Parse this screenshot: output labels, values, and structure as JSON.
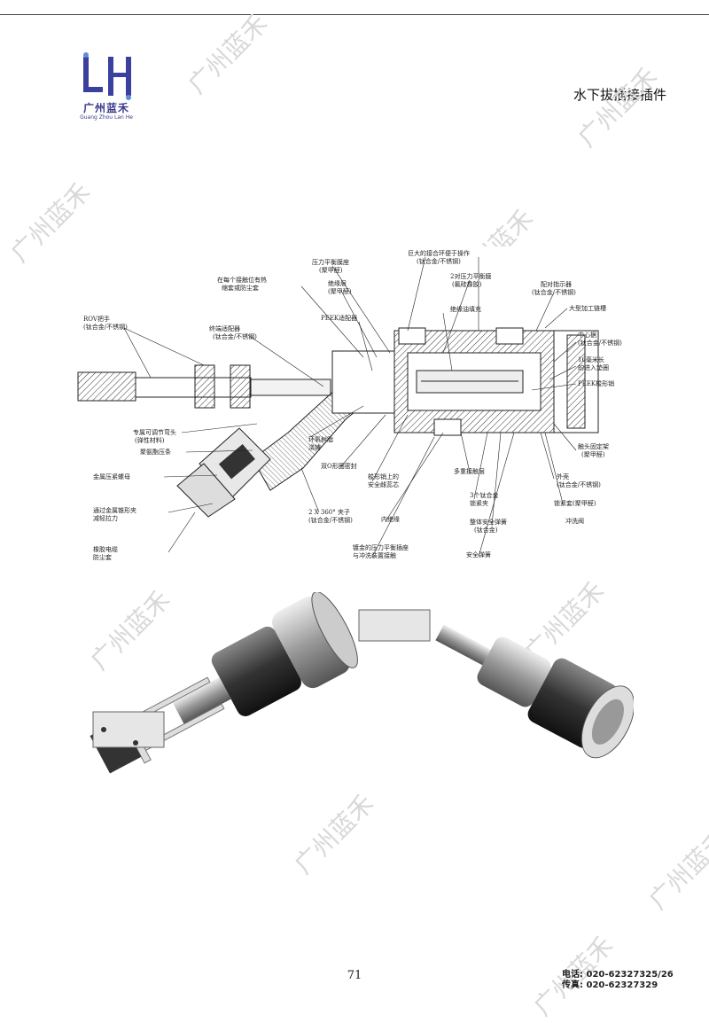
{
  "header": {
    "logo_text_cn": "广州蓝禾",
    "logo_text_en": "Guang Zhou Lan He",
    "title": "水下拔插接插件"
  },
  "watermark": "广州蓝禾",
  "diagram_labels": {
    "l1": "压力平衡膜座",
    "l1b": "(聚甲醛)",
    "l2": "巨大的接合环便于操作",
    "l2b": "(钛合金/不锈钢)",
    "l3": "在每个接触位有热",
    "l3b": "缩套或防尘套",
    "l4": "绝缘层",
    "l4b": "(聚甲醛)",
    "l5": "2对压力平衡膜",
    "l5b": "(氟硅橡胶)",
    "l6": "配对指示器",
    "l6b": "(钛合金/不锈钢)",
    "l7": "PEEK适配器",
    "l8": "绝缘油填充",
    "l9": "大型加工链槽",
    "l10": "ROV把手",
    "l10b": "(钛合金/不锈钢)",
    "l11": "终端适配器",
    "l11b": "(钛合金/不锈钢)",
    "l12": "中心据",
    "l12b": "(钛合金/不锈钢)",
    "l13": "16毫米长",
    "l13b": "的进入垫圈",
    "l14": "PEEK梭形销",
    "l15": "专属可调节弯头",
    "l15b": "(弹性材料)",
    "l16": "聚氨酯压条",
    "l17": "环氧树脂",
    "l17b": "浇铸",
    "l18": "触头固定架",
    "l18b": "(聚甲醛)",
    "l19": "金属压紧螺母",
    "l20": "双O形圈密封",
    "l21": "梭形销上的",
    "l21b": "安全雌蕊芯",
    "l22": "多重接触层",
    "l23": "外壳",
    "l23b": "(钛合金/不锈钢)",
    "l24": "通过金属锥形夹",
    "l24b": "减轻拉力",
    "l25": "2 X 360° 夹子",
    "l25b": "(钛合金/不锈钢)",
    "l26": "内绝缘",
    "l27": "3个钛合金",
    "l27b": "锁紧夹",
    "l28": "锁紧套(聚甲醛)",
    "l29": "整体安全弹簧",
    "l29b": "(钛合金)",
    "l30": "冲洗阀",
    "l31": "橡胶电缆",
    "l31b": "防尘套",
    "l32": "镀金的压力平衡插座",
    "l32b": "与冲洗装置接触",
    "l33": "安全弹簧"
  },
  "footer": {
    "page_number": "71",
    "phone": "电话: 020-62327325/26",
    "fax": "传真: 020-62327329"
  }
}
